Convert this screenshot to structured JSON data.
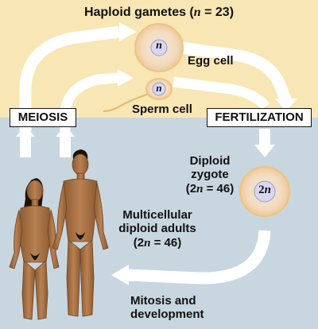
{
  "title": {
    "prefix": "Haploid gametes (",
    "var": "n",
    "suffix": " = 23)"
  },
  "egg": {
    "label": "Egg cell",
    "symbol": "n"
  },
  "sperm": {
    "label": "Sperm cell",
    "symbol": "n"
  },
  "zygote": {
    "line1": "Diploid",
    "line2": "zygote",
    "line3_prefix": "(2",
    "line3_var": "n",
    "line3_suffix": " = 46)",
    "symbol": "2n"
  },
  "adults": {
    "line1": "Multicellular",
    "line2": "diploid adults",
    "line3_prefix": "(2",
    "line3_var": "n",
    "line3_suffix": " = 46)"
  },
  "meiosis": "MEIOSIS",
  "fertilization": "FERTILIZATION",
  "mitosis": {
    "line1": "Mitosis and",
    "line2": "development"
  },
  "colors": {
    "haploid_bg": "#f8e6b4",
    "diploid_bg": "#c8d6e0",
    "cell_fill": "#f3ddc0",
    "cell_ring": "#f0c070",
    "arrow": "#ffffff",
    "skin": "#b07a48"
  }
}
